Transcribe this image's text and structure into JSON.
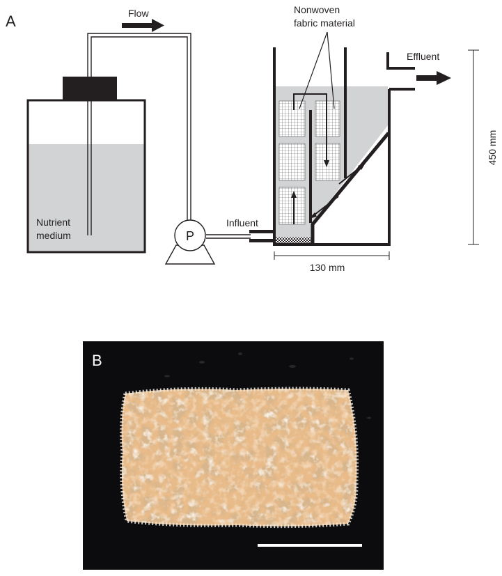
{
  "panel_a": {
    "label": "A",
    "flow_label": "Flow",
    "nonwoven_label_line1": "Nonwoven",
    "nonwoven_label_line2": "fabric material",
    "effluent_label": "Effluent",
    "influent_label": "Influent",
    "nutrient_label_line1": "Nutrient",
    "nutrient_label_line2": "medium",
    "pump_label": "P",
    "height_label": "450 mm",
    "width_label": "130 mm"
  },
  "panel_b": {
    "label": "B"
  },
  "colors": {
    "line": "#231f20",
    "liquid": "#d1d3d4",
    "photo_background": "#0c0c0e",
    "fabric_base": "#d9b48a",
    "fabric_orange": "#d08a4c",
    "scale_bar": "#ffffff"
  }
}
